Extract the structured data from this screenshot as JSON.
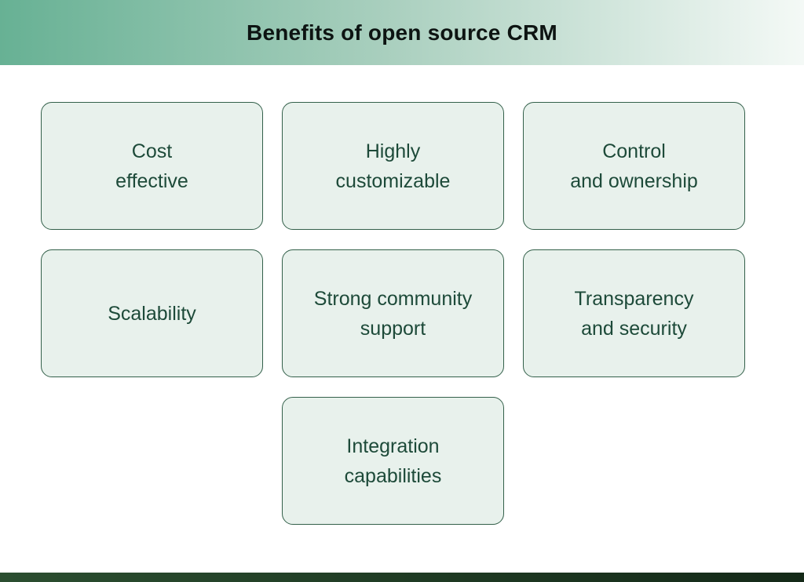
{
  "header": {
    "title": "Benefits of open source CRM"
  },
  "cards": [
    {
      "label": "Cost\neffective"
    },
    {
      "label": "Highly\ncustomizable"
    },
    {
      "label": "Control\nand ownership"
    },
    {
      "label": "Scalability"
    },
    {
      "label": "Strong community\nsupport"
    },
    {
      "label": "Transparency\nand security"
    },
    {
      "label": "Integration\ncapabilities"
    }
  ],
  "colors": {
    "header_gradient_start": "#67b194",
    "header_gradient_end": "#f4f9f6",
    "title_text": "#0d1412",
    "card_background": "#e8f1ec",
    "card_border": "#33604a",
    "card_text": "#1d4a39",
    "footer_gradient_start": "#2b4e30",
    "footer_gradient_end": "#142918"
  }
}
